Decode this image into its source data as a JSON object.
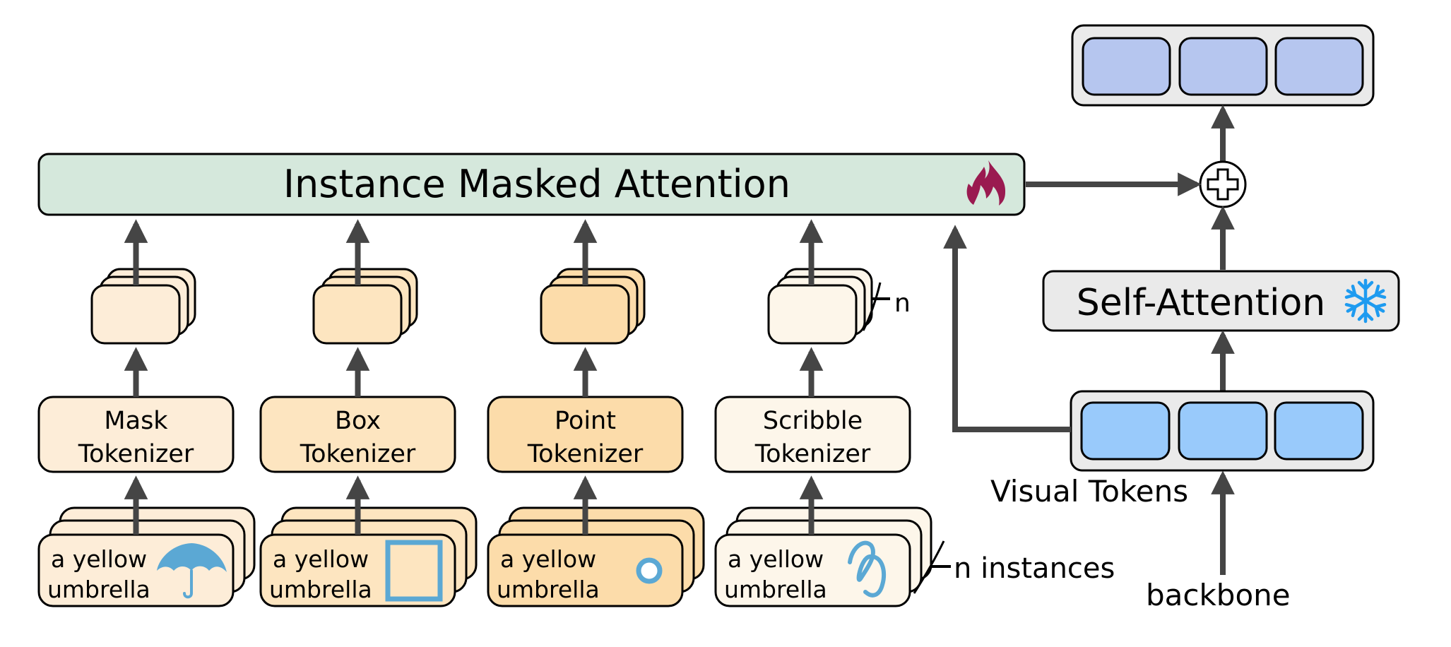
{
  "instance_masked_attention": {
    "label": "Instance Masked Attention",
    "status_icon": "fire-icon",
    "status_meaning": "trainable",
    "fill": "#D5E8DC",
    "icon_color": "#9A1A50"
  },
  "self_attention": {
    "label": "Self-Attention",
    "status_icon": "snowflake-icon",
    "status_meaning": "frozen",
    "fill": "#EAEAEA",
    "icon_color": "#1E9BF0"
  },
  "visual_tokens": {
    "label": "Visual Tokens",
    "count": 3,
    "token_fill": "#99CAFB",
    "container_fill": "#EAEAEA"
  },
  "output_tokens": {
    "count": 3,
    "token_fill": "#B6C6EF",
    "container_fill": "#EAEAEA"
  },
  "sum_node": {
    "symbol": "+",
    "icon": "plus-circle-icon"
  },
  "backbone": {
    "label": "backbone"
  },
  "prompt_columns": [
    {
      "tokenizer_label_line1": "Mask",
      "tokenizer_label_line2": "Tokenizer",
      "fill": "#FDEDD8",
      "input_line1": "a yellow",
      "input_line2": "umbrella",
      "prompt_icon": "umbrella-mask-icon"
    },
    {
      "tokenizer_label_line1": "Box",
      "tokenizer_label_line2": "Tokenizer",
      "fill": "#FDE5C0",
      "input_line1": "a yellow",
      "input_line2": "umbrella",
      "prompt_icon": "bounding-box-icon"
    },
    {
      "tokenizer_label_line1": "Point",
      "tokenizer_label_line2": "Tokenizer",
      "fill": "#FCDCAA",
      "input_line1": "a yellow",
      "input_line2": "umbrella",
      "prompt_icon": "point-icon"
    },
    {
      "tokenizer_label_line1": "Scribble",
      "tokenizer_label_line2": "Tokenizer",
      "fill": "#FDF6EA",
      "input_line1": "a yellow",
      "input_line2": "umbrella",
      "prompt_icon": "scribble-icon"
    }
  ],
  "annotations": {
    "token_count_label": "n",
    "instance_count_label": "n instances"
  },
  "colors": {
    "arrow": "#454545",
    "prompt_icon": "#5BA8D4",
    "stroke": "#000000"
  }
}
